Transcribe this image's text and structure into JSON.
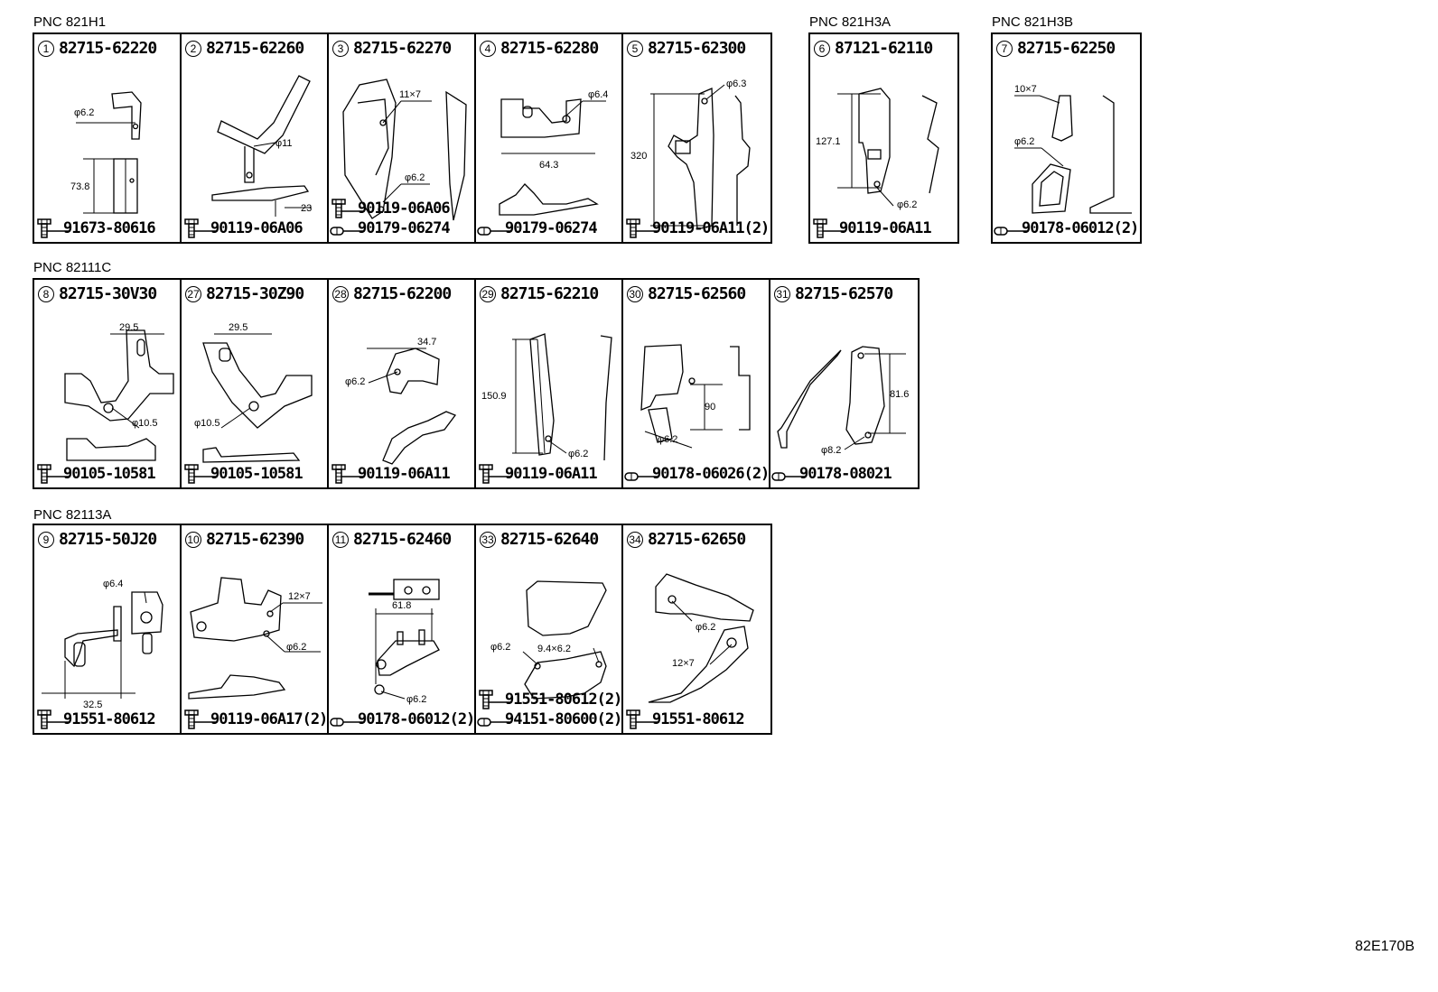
{
  "figure_id": "82E170B",
  "groups": [
    {
      "pnc": "PNC 821H1",
      "cells": [
        {
          "num": "1",
          "part": "82715-62220",
          "hardware": [
            {
              "type": "bolt",
              "code": "91673-80616"
            }
          ],
          "labels": [
            "φ6.2",
            "73.8"
          ]
        },
        {
          "num": "2",
          "part": "82715-62260",
          "hardware": [
            {
              "type": "bolt",
              "code": "90119-06A06"
            }
          ],
          "labels": [
            "φ11",
            "23"
          ]
        },
        {
          "num": "3",
          "part": "82715-62270",
          "hardware": [
            {
              "type": "bolt",
              "code": "90119-06A06"
            },
            {
              "type": "clip",
              "code": "90179-06274"
            }
          ],
          "labels": [
            "11×7",
            "φ6.2"
          ]
        },
        {
          "num": "4",
          "part": "82715-62280",
          "hardware": [
            {
              "type": "clip",
              "code": "90179-06274"
            }
          ],
          "labels": [
            "φ6.4",
            "64.3"
          ]
        },
        {
          "num": "5",
          "part": "82715-62300",
          "hardware": [
            {
              "type": "bolt",
              "code": "90119-06A11(2)"
            }
          ],
          "labels": [
            "φ6.3",
            "320"
          ]
        }
      ]
    },
    {
      "pnc": "PNC 821H3A",
      "cells": [
        {
          "num": "6",
          "part": "87121-62110",
          "hardware": [
            {
              "type": "bolt",
              "code": "90119-06A11"
            }
          ],
          "labels": [
            "127.1",
            "φ6.2"
          ]
        }
      ]
    },
    {
      "pnc": "PNC 821H3B",
      "cells": [
        {
          "num": "7",
          "part": "82715-62250",
          "hardware": [
            {
              "type": "clip",
              "code": "90178-06012(2)"
            }
          ],
          "labels": [
            "10×7",
            "φ6.2"
          ]
        }
      ]
    },
    {
      "pnc": "PNC 82111C",
      "cells": [
        {
          "num": "8",
          "part": "82715-30V30",
          "hardware": [
            {
              "type": "bolt",
              "code": "90105-10581"
            }
          ],
          "labels": [
            "29.5",
            "φ10.5"
          ]
        },
        {
          "num": "27",
          "part": "82715-30Z90",
          "hardware": [
            {
              "type": "bolt",
              "code": "90105-10581"
            }
          ],
          "labels": [
            "29.5",
            "φ10.5"
          ]
        },
        {
          "num": "28",
          "part": "82715-62200",
          "hardware": [
            {
              "type": "bolt",
              "code": "90119-06A11"
            }
          ],
          "labels": [
            "34.7",
            "φ6.2"
          ]
        },
        {
          "num": "29",
          "part": "82715-62210",
          "hardware": [
            {
              "type": "bolt",
              "code": "90119-06A11"
            }
          ],
          "labels": [
            "150.9",
            "φ6.2"
          ]
        },
        {
          "num": "30",
          "part": "82715-62560",
          "hardware": [
            {
              "type": "clip",
              "code": "90178-06026(2)"
            }
          ],
          "labels": [
            "90",
            "φ6.2"
          ]
        },
        {
          "num": "31",
          "part": "82715-62570",
          "hardware": [
            {
              "type": "clip",
              "code": "90178-08021"
            }
          ],
          "labels": [
            "81.6",
            "φ8.2"
          ]
        }
      ]
    },
    {
      "pnc": "PNC 82113A",
      "cells": [
        {
          "num": "9",
          "part": "82715-50J20",
          "hardware": [
            {
              "type": "bolt",
              "code": "91551-80612"
            }
          ],
          "labels": [
            "φ6.4",
            "32.5"
          ]
        },
        {
          "num": "10",
          "part": "82715-62390",
          "hardware": [
            {
              "type": "bolt",
              "code": "90119-06A17(2)"
            }
          ],
          "labels": [
            "12×7",
            "φ6.2"
          ]
        },
        {
          "num": "11",
          "part": "82715-62460",
          "hardware": [
            {
              "type": "clip",
              "code": "90178-06012(2)"
            }
          ],
          "labels": [
            "61.8",
            "φ6.2"
          ]
        },
        {
          "num": "33",
          "part": "82715-62640",
          "hardware": [
            {
              "type": "bolt",
              "code": "91551-80612(2)"
            },
            {
              "type": "clip",
              "code": "94151-80600(2)"
            }
          ],
          "labels": [
            "φ6.2",
            "9.4×6.2"
          ]
        },
        {
          "num": "34",
          "part": "82715-62650",
          "hardware": [
            {
              "type": "bolt",
              "code": "91551-80612"
            }
          ],
          "labels": [
            "φ6.2",
            "12×7"
          ]
        }
      ]
    }
  ]
}
